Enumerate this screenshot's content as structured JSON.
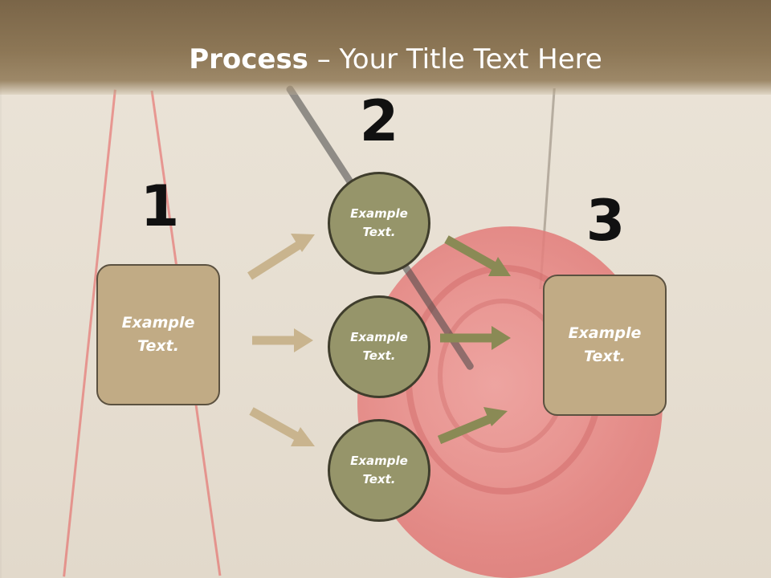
{
  "header": {
    "title_bold": "Process",
    "title_rest": " – Your Title Text Here"
  },
  "steps": {
    "step1": {
      "number": "1",
      "label": "Example\nText."
    },
    "step2": {
      "number": "2"
    },
    "step3": {
      "number": "3",
      "label": "Example\nText."
    }
  },
  "circles": [
    {
      "label": "Example\nText."
    },
    {
      "label": "Example\nText."
    },
    {
      "label": "Example\nText."
    }
  ],
  "colors": {
    "header": "#8d7756",
    "box_fill": "#c1ab85",
    "circle_fill": "#96956a",
    "arrow_left": "#c9b48e",
    "arrow_right": "#8a8a55"
  }
}
